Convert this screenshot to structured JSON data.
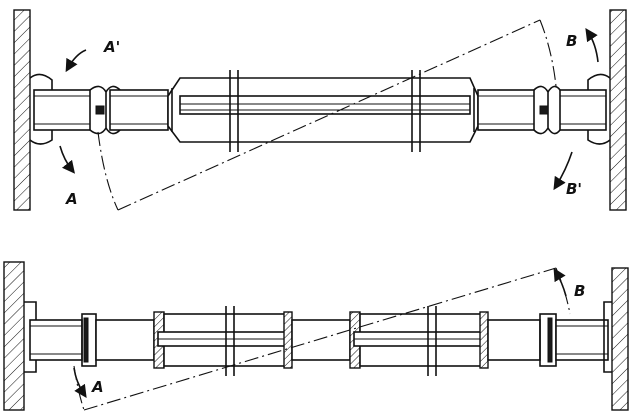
{
  "figure": {
    "top_view": {
      "labels": {
        "left_open": "A'",
        "left_close": "A",
        "right_open": "B",
        "right_close": "B'"
      }
    },
    "bottom_view": {
      "labels": {
        "left": "A",
        "right": "B"
      }
    }
  }
}
